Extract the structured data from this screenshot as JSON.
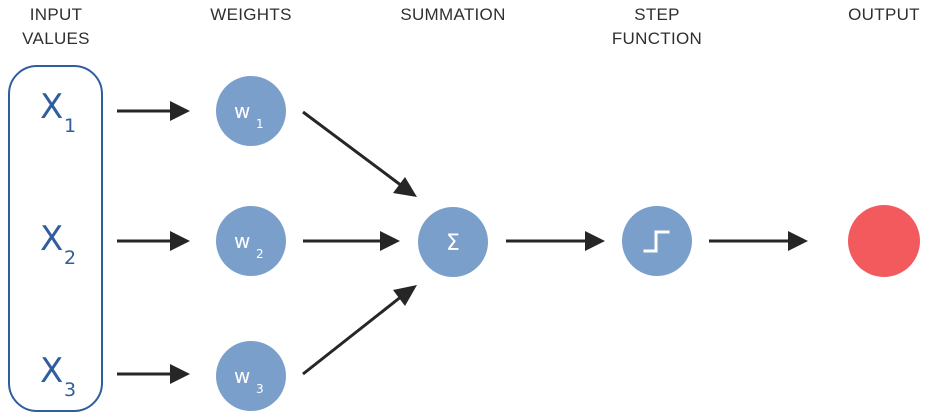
{
  "headers": {
    "input": [
      "INPUT",
      "VALUES"
    ],
    "weights": "WEIGHTS",
    "summation": "SUMMATION",
    "step": [
      "STEP",
      "FUNCTION"
    ],
    "output": "OUTPUT"
  },
  "inputs": [
    {
      "symbol": "X",
      "subscript": "1"
    },
    {
      "symbol": "X",
      "subscript": "2"
    },
    {
      "symbol": "X",
      "subscript": "3"
    }
  ],
  "weights": [
    {
      "symbol": "w",
      "subscript": "1"
    },
    {
      "symbol": "w",
      "subscript": "2"
    },
    {
      "symbol": "w",
      "subscript": "3"
    }
  ],
  "summation_symbol": "Σ",
  "colors": {
    "node_fill": "#7b9fcb",
    "input_box_stroke": "#2f5d9e",
    "input_text": "#2f5d9e",
    "output_fill": "#f25a5e",
    "arrow": "#262626"
  }
}
